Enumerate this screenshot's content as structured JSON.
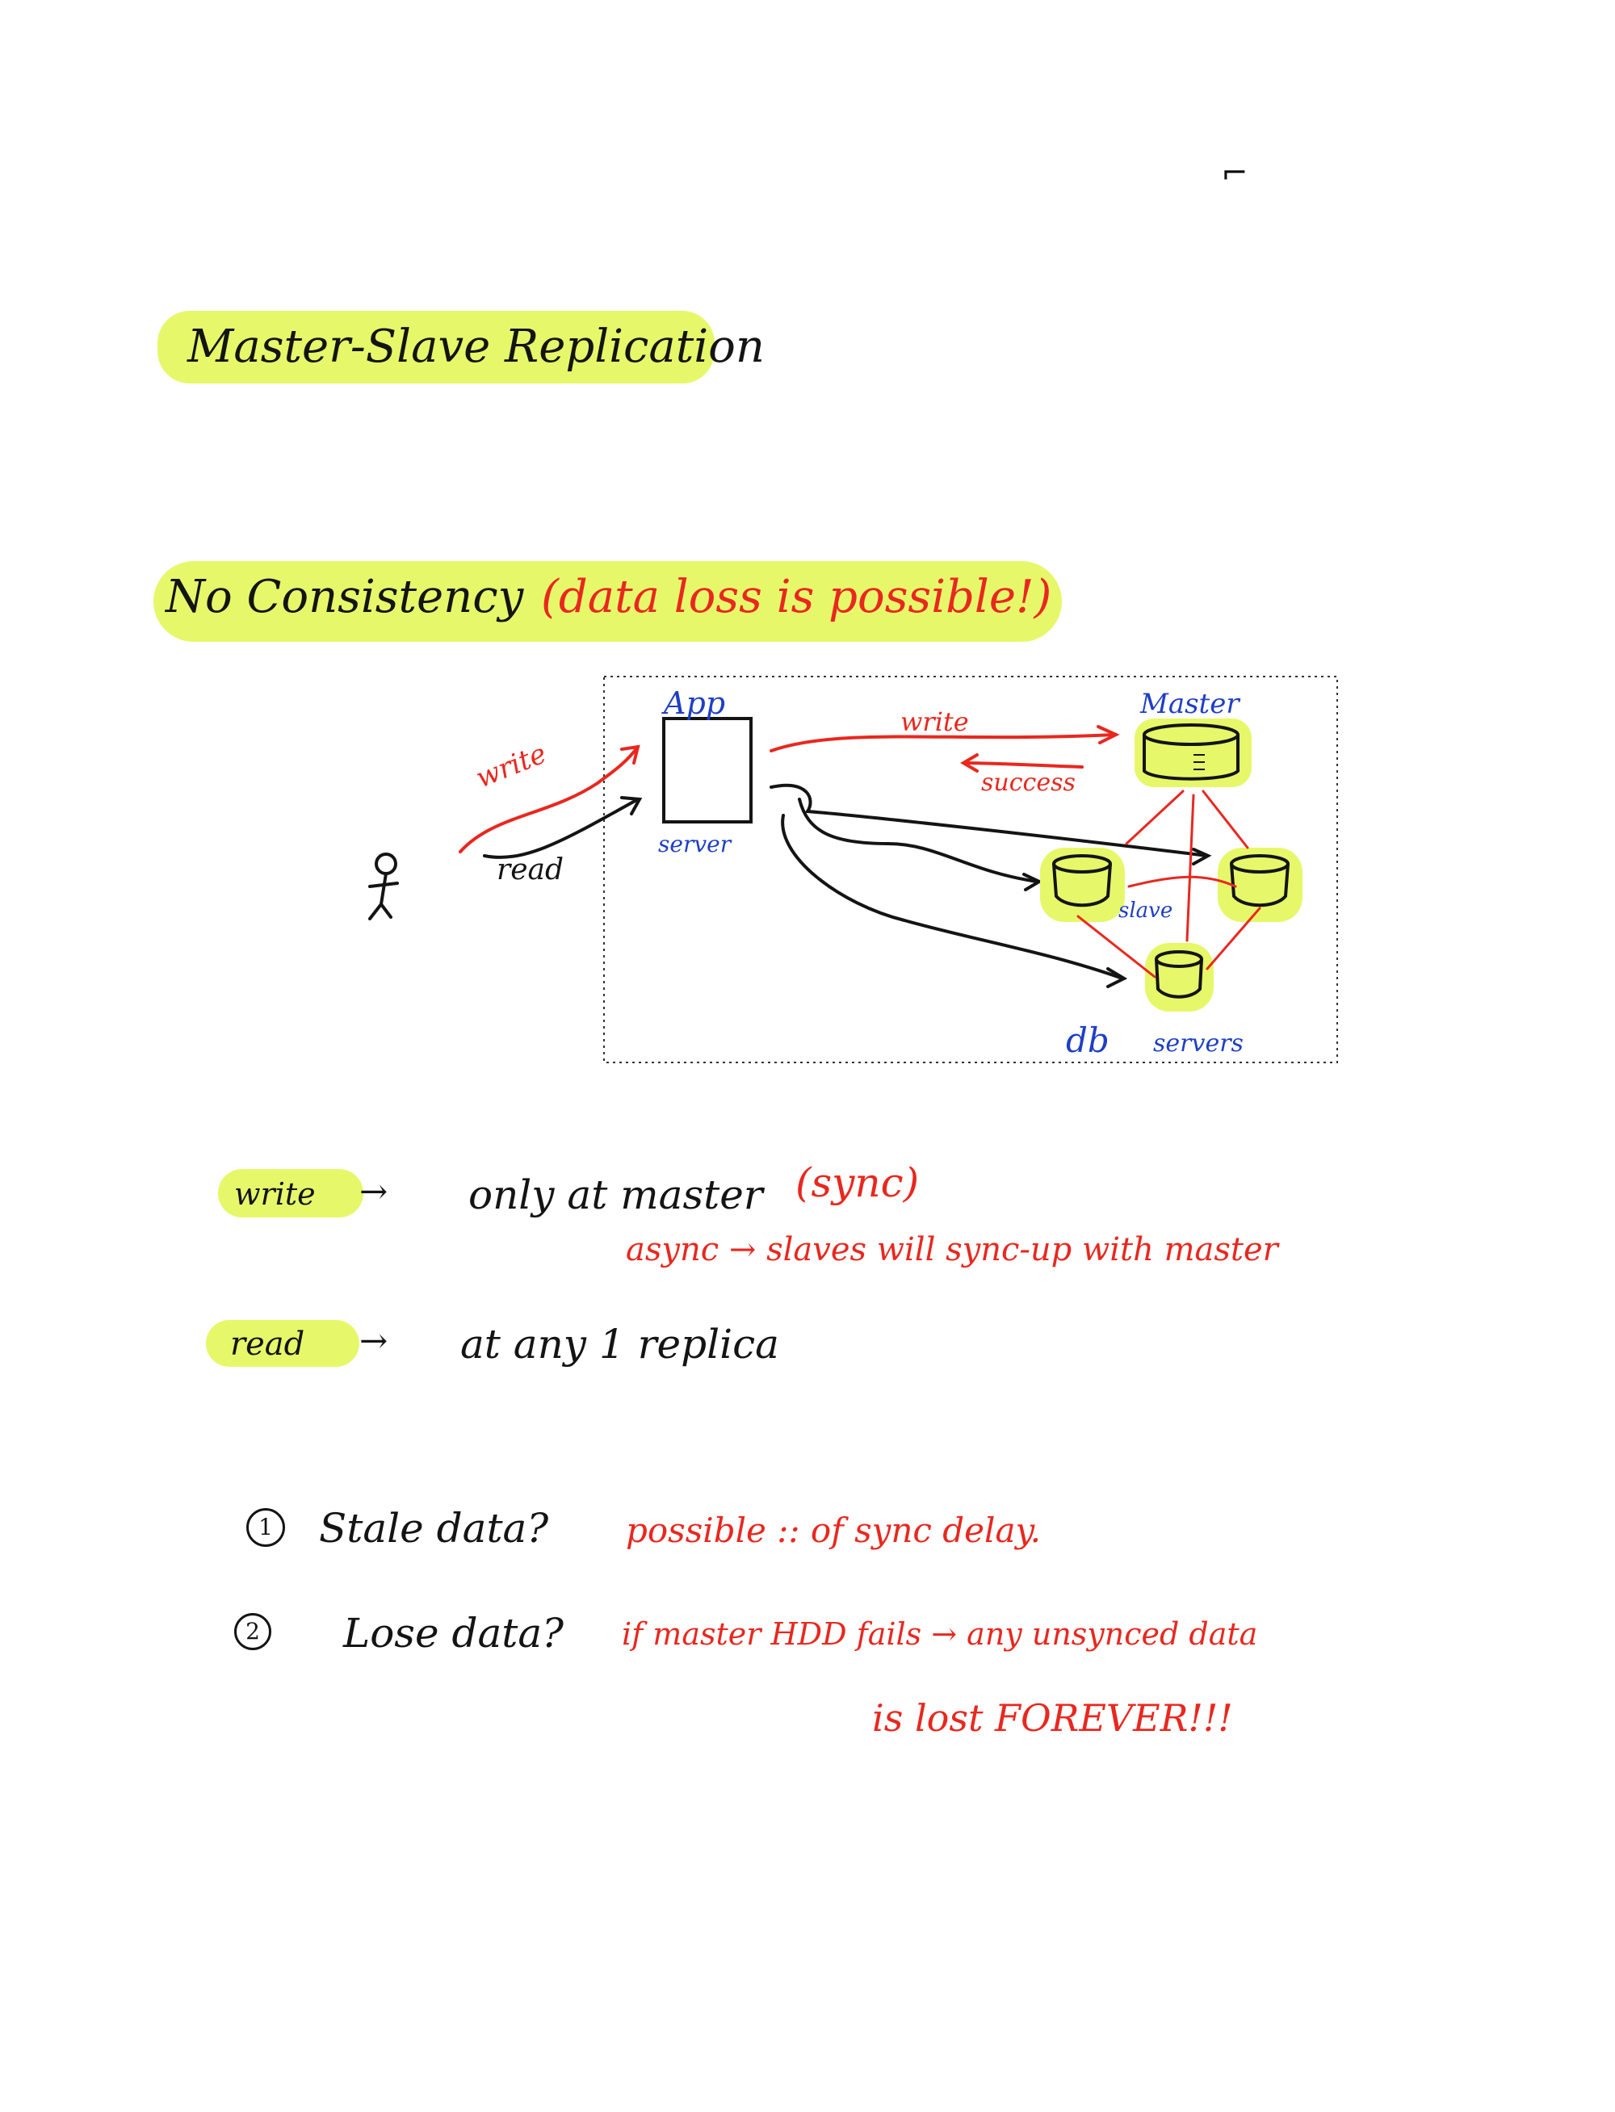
{
  "heading": {
    "title": "Master-Slave Replication",
    "subtitle": "No Consistency",
    "note": "(data loss is possible!)"
  },
  "diagram": {
    "client_write": "write",
    "client_read": "read",
    "app_label": "App",
    "server_label": "server",
    "app_write": "write",
    "success": "success",
    "master_label": "Master",
    "slave_label": "slave",
    "db_label": "db",
    "servers_label": "servers"
  },
  "rules": {
    "write_key": "write",
    "write_value": "only at master",
    "write_sync": "(sync)",
    "async_note": "async → slaves will sync-up with master",
    "read_key": "read",
    "read_value": "at any 1 replica"
  },
  "questions": [
    {
      "num": "1",
      "question": "Stale data?",
      "answer": "possible :: of sync delay."
    },
    {
      "num": "2",
      "question": "Lose data?",
      "answer": "if master HDD fails → any unsynced data",
      "answer2": "is lost FOREVER!!!"
    }
  ],
  "colors": {
    "highlight": "#e6f86a",
    "ink": "#141414",
    "red": "#e8281f",
    "blue": "#1f3fc4"
  }
}
